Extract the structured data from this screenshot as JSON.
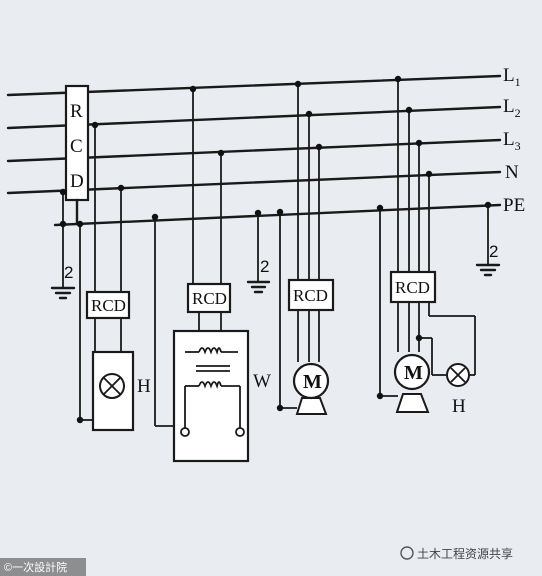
{
  "conductors": [
    {
      "name": "L",
      "sub": "1"
    },
    {
      "name": "L",
      "sub": "2"
    },
    {
      "name": "L",
      "sub": "3"
    },
    {
      "name": "N",
      "sub": ""
    },
    {
      "name": "PE",
      "sub": ""
    }
  ],
  "main_device": [
    "R",
    "C",
    "D"
  ],
  "branch_device_label": "RCD",
  "ground_label": "2",
  "loads": {
    "lamp_label": "H",
    "transformer_label": "W",
    "motor_label": "M",
    "lamp2_label": "H"
  },
  "watermark_left": "©一次設計院",
  "watermark_right": "土木工程资源共享"
}
